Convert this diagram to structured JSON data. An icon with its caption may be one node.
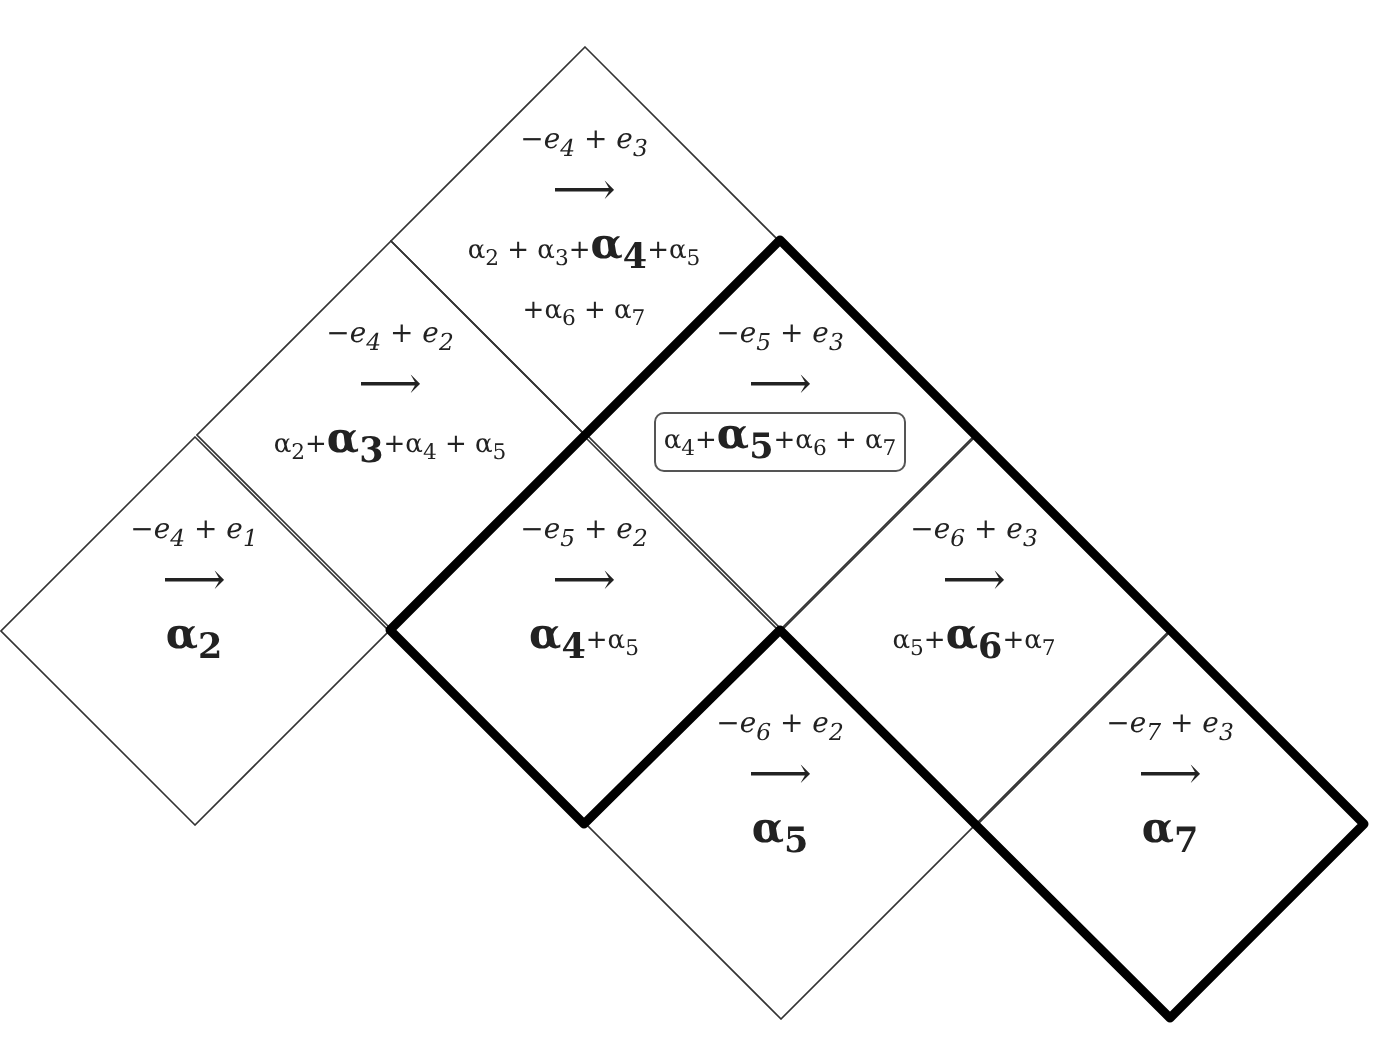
{
  "diagram": {
    "nodes": [
      {
        "text": [
          "−e$_{4}$ + e$_{3}$",
          "⟶",
          "α$_{2}$ + α$_{3}$+**α$_{4}$**+α$_{5}$ +α$_{6}$ + α$_{7}$"
        ]
      },
      {
        "text": [
          "−e$_{4}$ + e$_{2}$",
          "⟶",
          "α$_{2}$+**α$_{3}$**+α$_{4}$ + α$_{5}$"
        ]
      },
      {
        "text": [
          "−e$_{5}$ + e$_{3}$",
          "⟶",
          "α$_{4}$+**α$_{5}$**+α$_{6}$ + α$_{7}$"
        ]
      },
      {
        "text": [
          "−e$_{4}$ + e$_{1}$",
          "⟶",
          "**α$_{2}$**"
        ]
      },
      {
        "text": [
          "−e$_{5}$ + e$_{2}$",
          "⟶",
          "**α$_{4}$**+α$_{5}$"
        ]
      },
      {
        "text": [
          "−e$_{6}$ + e$_{3}$",
          "⟶",
          "α$_{5}$+**α$_{6}$**+α$_{7}$"
        ]
      },
      {
        "text": [
          "−e$_{6}$ + e$_{2}$",
          "⟶",
          "**α$_{5}$**"
        ]
      },
      {
        "text": [
          "−e$_{7}$ + e$_{3}$",
          "⟶",
          "**α$_{7}$**"
        ]
      }
    ],
    "edges": []
  }
}
